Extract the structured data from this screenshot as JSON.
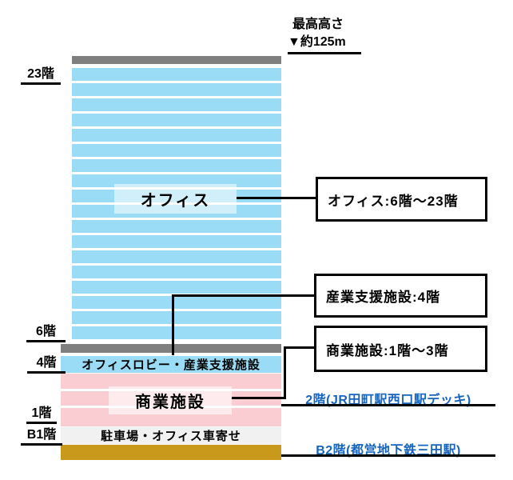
{
  "height_note": {
    "line1": "最高高さ",
    "line2": "▼約125m"
  },
  "floor_axis": {
    "f23": "23階",
    "f6": "6階",
    "f4": "4階",
    "f1": "1階",
    "fb1": "B1階"
  },
  "building": {
    "tower": {
      "label": "オフィス",
      "floor_count": 18,
      "color": "#9ADCF5"
    },
    "slab_color": "#7F7F7F",
    "lobby": {
      "label": "オフィスロビー・産業支援施設",
      "color": "#9ADCF5"
    },
    "commercial": {
      "label": "商業施設",
      "floor_count": 3,
      "color": "#FACDD2"
    },
    "parking": {
      "label": "駐車場・オフィス車寄せ",
      "color": "#F1F1F1"
    },
    "b2_color": "#C9991B"
  },
  "callouts": {
    "office": "オフィス:6階〜23階",
    "industry": "産業支援施設:4階",
    "commercial": "商業施設:1階〜3階"
  },
  "stations": {
    "deck": "2階(JR田町駅西口駅デッキ)",
    "subway": "B2階(都営地下鉄三田駅)",
    "text_color": "#1565C0"
  }
}
